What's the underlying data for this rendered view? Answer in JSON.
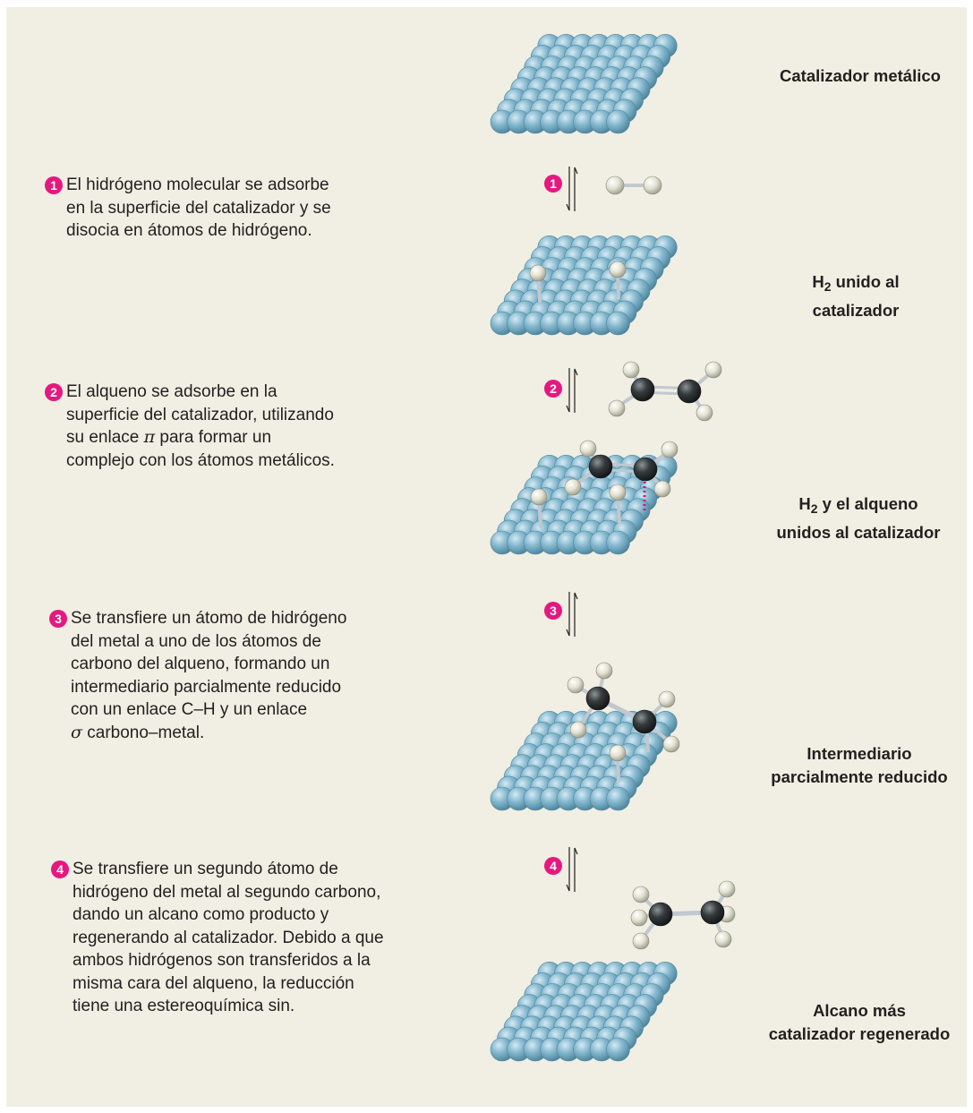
{
  "colors": {
    "background": "#f1eee3",
    "metal_atom": "#7fb2c9",
    "hydrogen": "#e7e6d6",
    "carbon": "#2e3233",
    "bond": "#bcc3ca",
    "badge": "#e5187f",
    "dotted_bond": "#d0137e"
  },
  "steps": [
    {
      "number": "1",
      "text": "El hidrógeno molecular se adsorbe\nen la superficie del catalizador y se\ndisocia en átomos de hidrógeno."
    },
    {
      "number": "2",
      "text_before_pi": "El alqueno se adsorbe en la\nsuperficie del catalizador, utilizando\nsu enlace ",
      "pi": "π",
      "text_after_pi": "  para formar un\ncomplejo con los átomos metálicos."
    },
    {
      "number": "3",
      "text_before_sigma": "Se transfiere un átomo de hidrógeno\ndel metal a uno de los átomos de\ncarbono del alqueno, formando un\nintermediario parcialmente reducido\ncon un enlace C–H y un enlace\n",
      "sigma": "σ",
      "text_after_sigma": " carbono–metal."
    },
    {
      "number": "4",
      "text": "Se transfiere un segundo átomo de\nhidrógeno del metal al segundo carbono,\ndando un alcano como producto y\nregenerando al catalizador. Debido a que\nambos hidrógenos son transferidos a la\nmisma cara del alqueno, la reducción\ntiene una estereoquímica sin."
    }
  ],
  "labels": {
    "catalyst": "Catalizador metálico",
    "h2_bound_prefix": "H",
    "h2_bound_sub": "2",
    "h2_bound_rest_line1": " unido al",
    "h2_bound_line2": "catalizador",
    "h2_alkene_prefix": "H",
    "h2_alkene_sub": "2",
    "h2_alkene_rest_line1": " y el alqueno",
    "h2_alkene_line2": "unidos al catalizador",
    "intermediate_line1": "Intermediario",
    "intermediate_line2": "parcialmente reducido",
    "product_line1": "Alcano más",
    "product_line2": "catalizador regenerado"
  },
  "arrow_numbers": [
    "1",
    "2",
    "3",
    "4"
  ]
}
